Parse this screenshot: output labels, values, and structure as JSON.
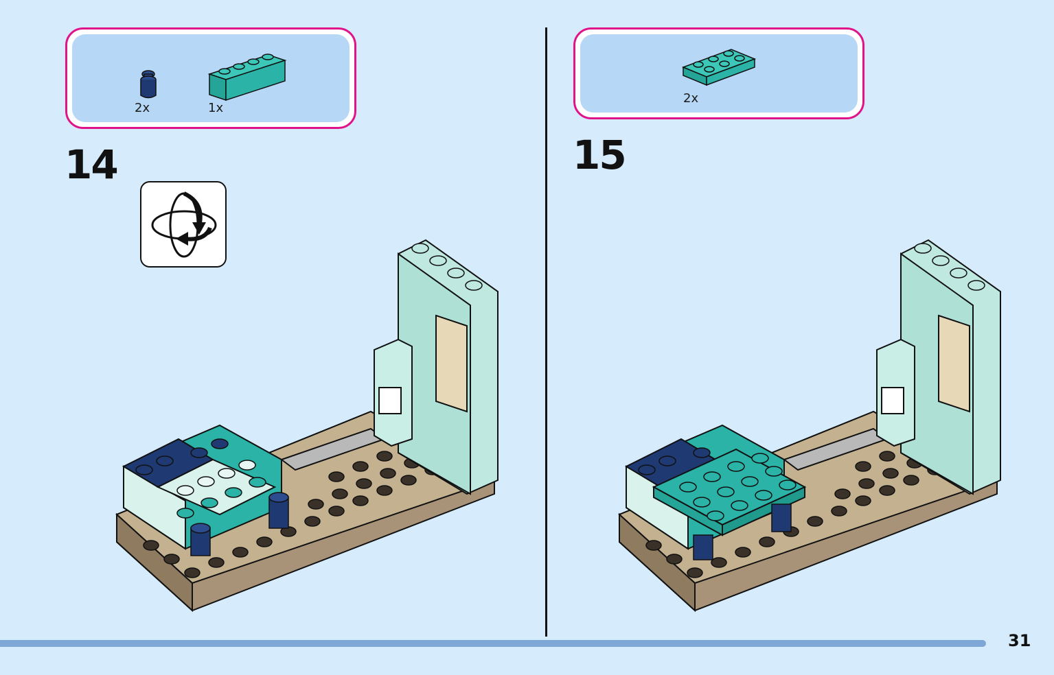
{
  "steps": [
    {
      "number": "14",
      "parts": [
        {
          "quantity": "2x",
          "icon": "round-brick-1x1-icon",
          "color": "#1f3a73"
        },
        {
          "quantity": "1x",
          "icon": "brick-1x4-icon",
          "color": "#2ab3a6"
        }
      ],
      "rotate_icon": "rotate-model-icon"
    },
    {
      "number": "15",
      "parts": [
        {
          "quantity": "2x",
          "icon": "plate-2x3-icon",
          "color": "#2ab3a6"
        }
      ]
    }
  ],
  "page_number": "31",
  "colors": {
    "background": "#d6ebfb",
    "parts_border": "#e0138a",
    "parts_fill": "#b6d8f6",
    "bottom_bar": "#7fa7d6"
  }
}
